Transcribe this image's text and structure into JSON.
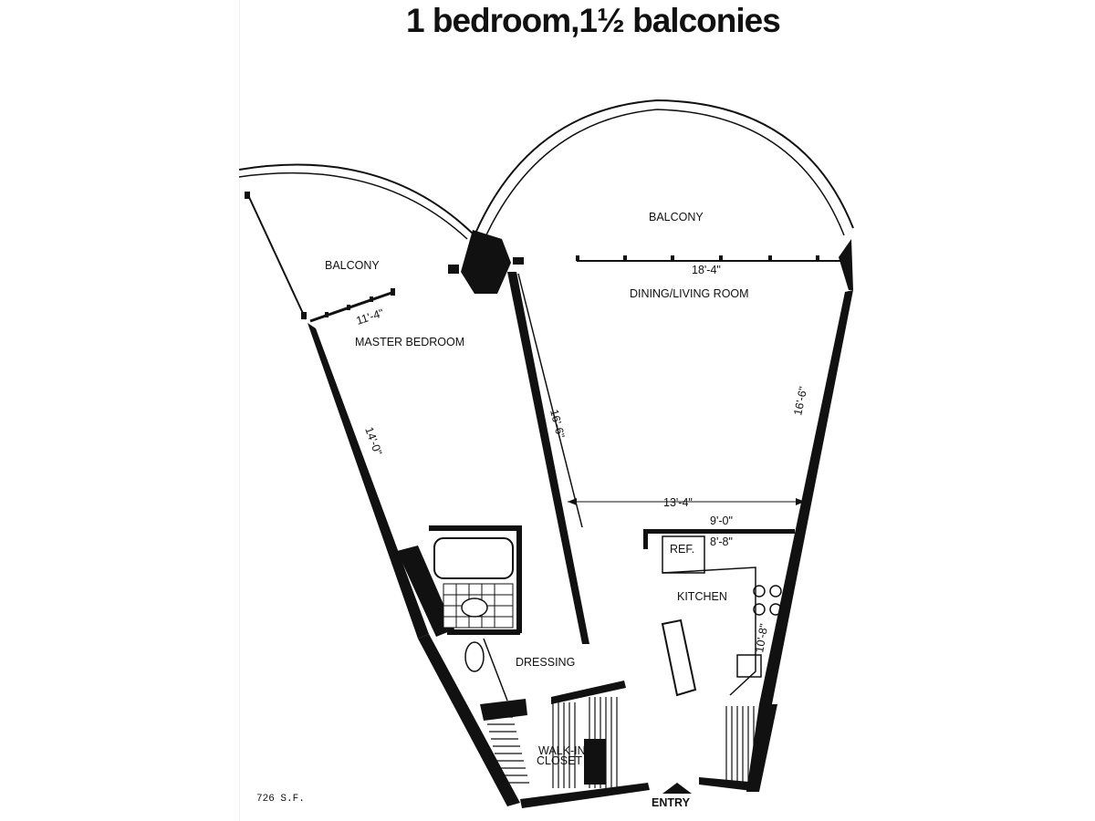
{
  "title": "1 bedroom,1½ balconies",
  "rooms": {
    "balcony_left": "BALCONY",
    "balcony_right": "BALCONY",
    "master_bedroom": "MASTER BEDROOM",
    "dining_living": "DINING/LIVING ROOM",
    "kitchen": "KITCHEN",
    "ref": "REF.",
    "dressing": "DRESSING",
    "walk_in": "WALK-IN",
    "closet": "CLOSET",
    "entry": "ENTRY"
  },
  "dimensions": {
    "balcony_width": "18'-4\"",
    "bedroom_width": "11'-4\"",
    "bedroom_length": "14'-0\"",
    "living_depth": "16'-6\"",
    "living_right": "16'-6\"",
    "living_width": "13'-4\"",
    "kitchen_top": "9'-0\"",
    "kitchen_mid": "8'-8\"",
    "kitchen_side": "10'-8\""
  },
  "area_note": "726 S.F.",
  "colors": {
    "ink": "#111111",
    "paper": "#ffffff"
  }
}
